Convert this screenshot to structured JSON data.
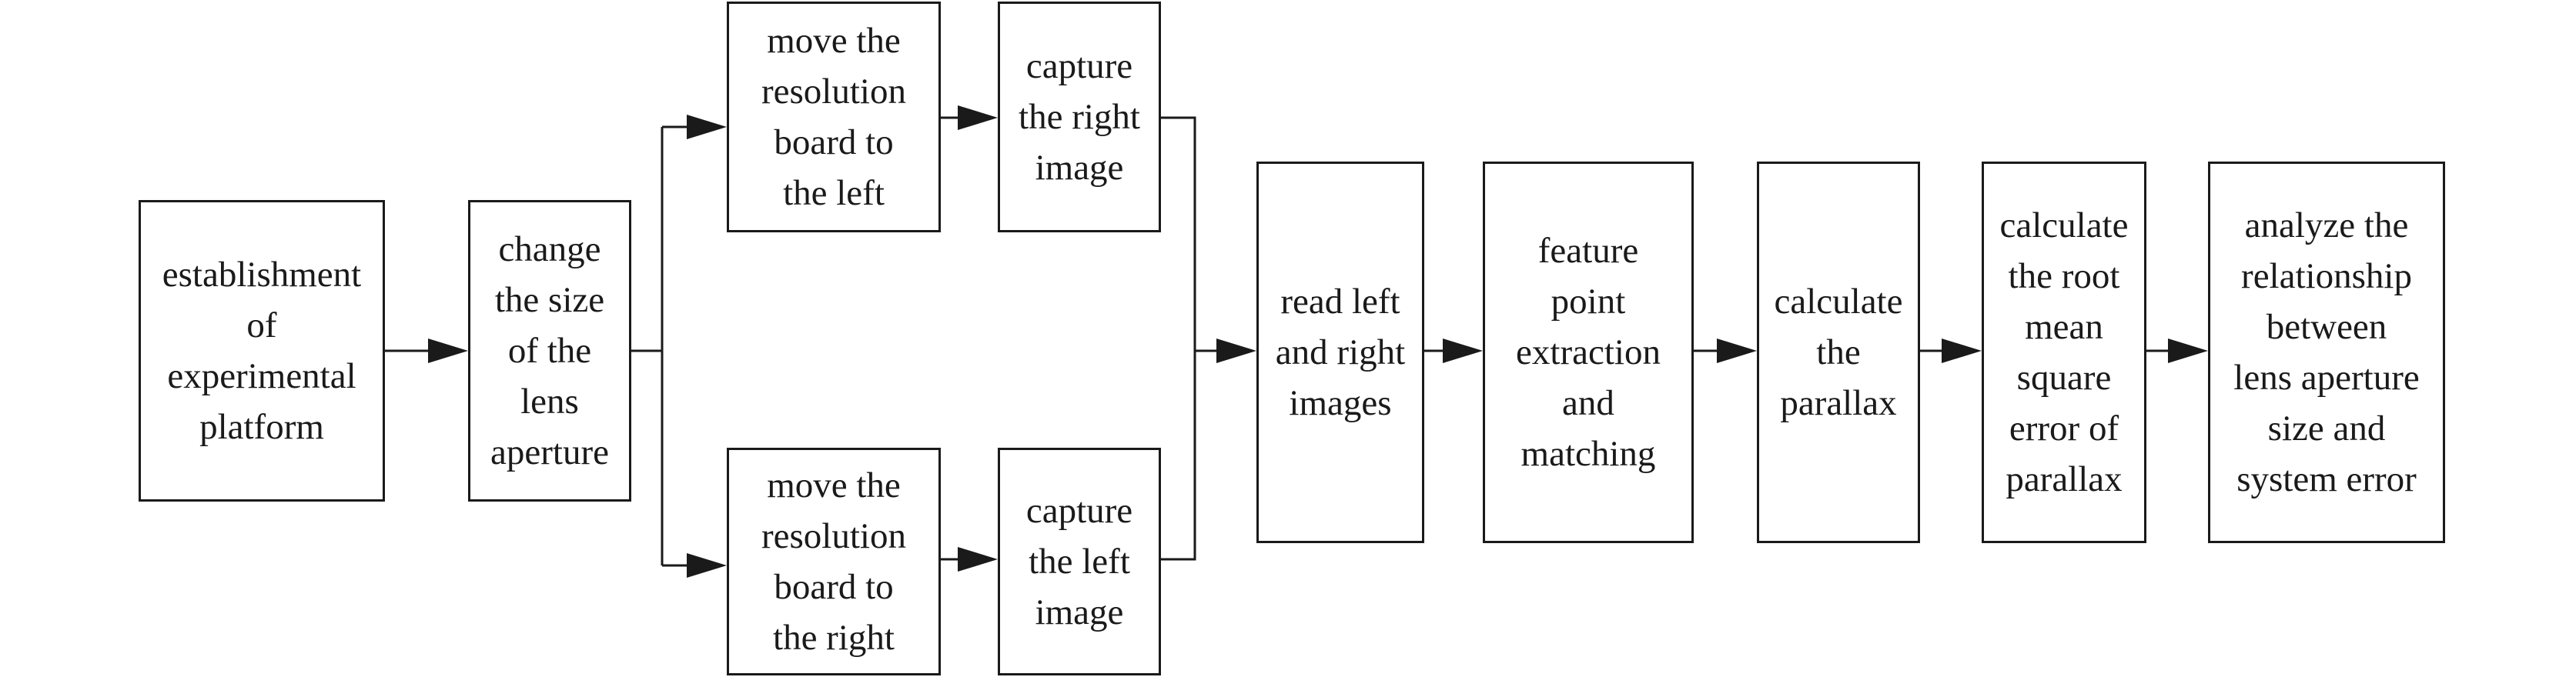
{
  "diagram": {
    "colors": {
      "stroke": "#1a1a1a",
      "background": "#ffffff"
    },
    "nodes": {
      "establishment": "establishment\nof\nexperimental\nplatform",
      "change_aperture": "change\nthe size\nof the\nlens\naperture",
      "move_left": "move the\nresolution\nboard to\nthe left",
      "capture_right": "capture\nthe right\nimage",
      "move_right": "move the\nresolution\nboard to\nthe right",
      "capture_left": "capture\nthe left\nimage",
      "read_images": "read left\nand right\nimages",
      "feature_extraction": "feature\npoint\nextraction\nand\nmatching",
      "calc_parallax": "calculate\nthe\nparallax",
      "calc_rmse": "calculate\nthe root\nmean\nsquare\nerror of\nparallax",
      "analyze": "analyze the\nrelationship\nbetween\nlens aperture\nsize and\nsystem error"
    }
  }
}
